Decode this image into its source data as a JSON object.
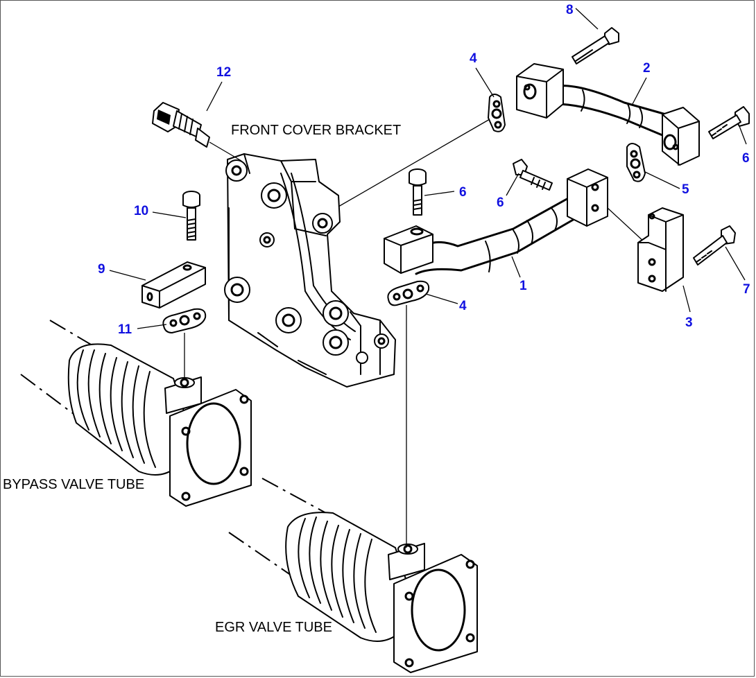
{
  "labels": {
    "front_cover_bracket": "FRONT COVER BRACKET",
    "bypass_valve_tube": "BYPASS VALVE TUBE",
    "egr_valve_tube": "EGR VALVE TUBE"
  },
  "callouts": [
    {
      "id": "c1",
      "text": "1"
    },
    {
      "id": "c2",
      "text": "2"
    },
    {
      "id": "c3",
      "text": "3"
    },
    {
      "id": "c4a",
      "text": "4"
    },
    {
      "id": "c4b",
      "text": "4"
    },
    {
      "id": "c5",
      "text": "5"
    },
    {
      "id": "c6a",
      "text": "6"
    },
    {
      "id": "c6b",
      "text": "6"
    },
    {
      "id": "c6c",
      "text": "6"
    },
    {
      "id": "c7",
      "text": "7"
    },
    {
      "id": "c8",
      "text": "8"
    },
    {
      "id": "c9",
      "text": "9"
    },
    {
      "id": "c10",
      "text": "10"
    },
    {
      "id": "c11",
      "text": "11"
    },
    {
      "id": "c12",
      "text": "12"
    }
  ],
  "colors": {
    "callout": "#1010e0",
    "line": "#000000",
    "background": "#ffffff"
  }
}
